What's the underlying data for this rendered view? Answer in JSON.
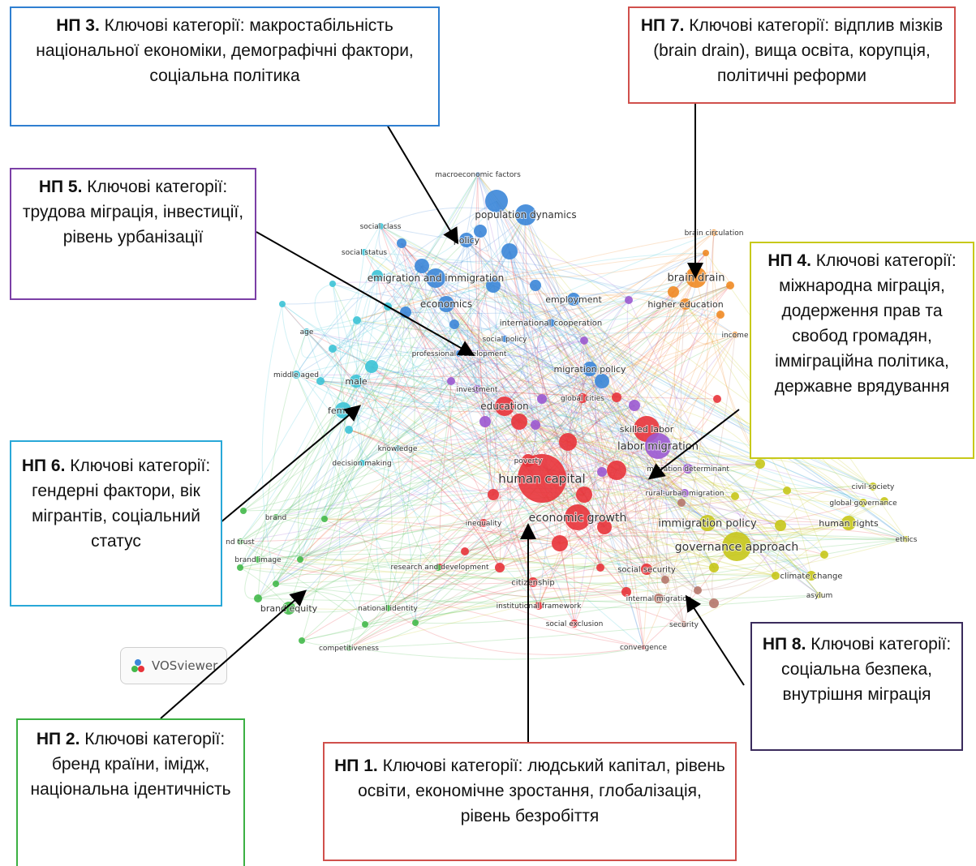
{
  "software": "VOSviewer",
  "clusters": [
    {
      "id": "np1",
      "code": "НП 1.",
      "text": "Ключові категорії: людський капітал, рівень освіти, економічне зростання, глобалізація, рівень безробіття",
      "color": "#e8333a"
    },
    {
      "id": "np2",
      "code": "НП 2.",
      "text": "Ключові категорії: бренд країни, імідж, національна ідентичність",
      "color": "#3cb043"
    },
    {
      "id": "np3",
      "code": "НП 3.",
      "text": "Ключові категорії: макростабільність національної економіки, демографічні фактори, соціальна політика",
      "color": "#2f7fd1"
    },
    {
      "id": "np4",
      "code": "НП 4.",
      "text": "Ключові категорії: міжнародна міграція, додерження прав та свобод громадян, імміграційна політика, державне врядування",
      "color": "#c7c91a"
    },
    {
      "id": "np5",
      "code": "НП 5.",
      "text": "Ключові категорії: трудова міграція, інвестиції, рівень урбанізації",
      "color": "#8e44ad"
    },
    {
      "id": "np6",
      "code": "НП 6.",
      "text": "Ключові категорії: гендерні фактори, вік мігрантів, соціальний статус",
      "color": "#29a8d8"
    },
    {
      "id": "np7",
      "code": "НП 7.",
      "text": "Ключові категорії: відплив мізків (brain drain), вища освіта, корупція, політичні реформи",
      "color": "#d0504c"
    },
    {
      "id": "np8",
      "code": "НП 8.",
      "text": "Ключові категорії: соціальна безпека, внутрішня міграція",
      "color": "#3a2b5c"
    }
  ],
  "network": {
    "nodes": [
      {
        "label": "human capital",
        "cluster": "red"
      },
      {
        "label": "economic growth",
        "cluster": "red"
      },
      {
        "label": "education",
        "cluster": "red"
      },
      {
        "label": "skilled labor",
        "cluster": "red"
      },
      {
        "label": "poverty",
        "cluster": "red"
      },
      {
        "label": "inequality",
        "cluster": "red"
      },
      {
        "label": "research and development",
        "cluster": "red"
      },
      {
        "label": "citizenship",
        "cluster": "red"
      },
      {
        "label": "institutional framework",
        "cluster": "red"
      },
      {
        "label": "social exclusion",
        "cluster": "red"
      },
      {
        "label": "social security",
        "cluster": "red"
      },
      {
        "label": "convergence",
        "cluster": "red"
      },
      {
        "label": "global cities",
        "cluster": "red"
      },
      {
        "label": "investment",
        "cluster": "purple"
      },
      {
        "label": "labor migration",
        "cluster": "purple"
      },
      {
        "label": "migration determinant",
        "cluster": "purple"
      },
      {
        "label": "rural-urban migration",
        "cluster": "purple"
      },
      {
        "label": "immigration policy",
        "cluster": "yellow"
      },
      {
        "label": "governance approach",
        "cluster": "yellow"
      },
      {
        "label": "human rights",
        "cluster": "yellow"
      },
      {
        "label": "civil society",
        "cluster": "yellow"
      },
      {
        "label": "global governance",
        "cluster": "yellow"
      },
      {
        "label": "ethics",
        "cluster": "yellow"
      },
      {
        "label": "climate change",
        "cluster": "yellow"
      },
      {
        "label": "asylum",
        "cluster": "yellow"
      },
      {
        "label": "internal migration",
        "cluster": "brown"
      },
      {
        "label": "security",
        "cluster": "brown"
      },
      {
        "label": "brain drain",
        "cluster": "orange"
      },
      {
        "label": "brain circulation",
        "cluster": "orange"
      },
      {
        "label": "higher education",
        "cluster": "orange"
      },
      {
        "label": "income",
        "cluster": "orange"
      },
      {
        "label": "macroeconomic factors",
        "cluster": "blue"
      },
      {
        "label": "population dynamics",
        "cluster": "blue"
      },
      {
        "label": "policy",
        "cluster": "blue"
      },
      {
        "label": "emigration and immigration",
        "cluster": "blue"
      },
      {
        "label": "economics",
        "cluster": "blue"
      },
      {
        "label": "employment",
        "cluster": "blue"
      },
      {
        "label": "international cooperation",
        "cluster": "blue"
      },
      {
        "label": "social policy",
        "cluster": "blue"
      },
      {
        "label": "professional development",
        "cluster": "blue"
      },
      {
        "label": "migration policy",
        "cluster": "blue"
      },
      {
        "label": "social class",
        "cluster": "cyan"
      },
      {
        "label": "social status",
        "cluster": "cyan"
      },
      {
        "label": "age",
        "cluster": "cyan"
      },
      {
        "label": "middle aged",
        "cluster": "cyan"
      },
      {
        "label": "male",
        "cluster": "cyan"
      },
      {
        "label": "female",
        "cluster": "cyan"
      },
      {
        "label": "knowledge",
        "cluster": "cyan"
      },
      {
        "label": "decision making",
        "cluster": "cyan"
      },
      {
        "label": "brand",
        "cluster": "green"
      },
      {
        "label": "nd trust",
        "cluster": "green"
      },
      {
        "label": "brand image",
        "cluster": "green"
      },
      {
        "label": "brand equity",
        "cluster": "green"
      },
      {
        "label": "national identity",
        "cluster": "green"
      },
      {
        "label": "competitiveness",
        "cluster": "green"
      }
    ],
    "colors": {
      "red": "#e8333a",
      "purple": "#9b59d0",
      "yellow": "#c6c71a",
      "brown": "#b5776a",
      "orange": "#f08a24",
      "blue": "#3b86d8",
      "cyan": "#3cc3d6",
      "green": "#43b94a"
    }
  }
}
